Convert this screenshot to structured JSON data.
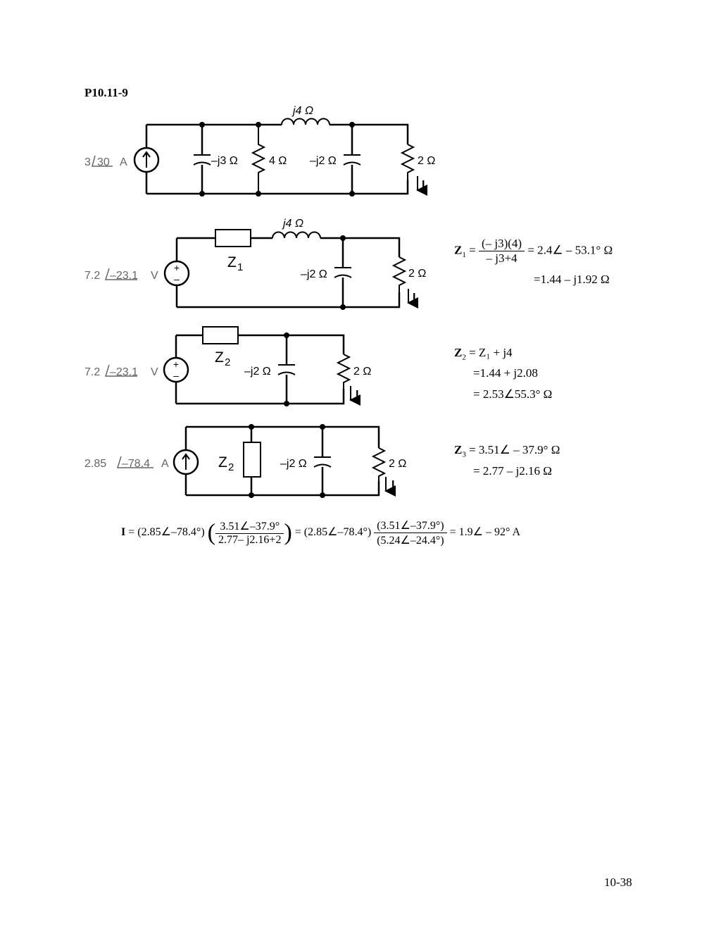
{
  "problem_id": "P10.11-9",
  "page_number": "10-38",
  "circuit1": {
    "source": "3",
    "source_angle": "30",
    "source_unit": "A",
    "inductor": "j4 Ω",
    "cap1": "–j3 Ω",
    "res1": "4 Ω",
    "cap2": "–j2 Ω",
    "res2": "2 Ω",
    "current": "I"
  },
  "circuit2": {
    "source": "7.2",
    "source_angle": "–23.1",
    "source_unit": "V",
    "z_label": "Z",
    "z_sub": "1",
    "inductor": "j4 Ω",
    "cap": "–j2 Ω",
    "res": "2 Ω",
    "current": "I"
  },
  "circuit3": {
    "source": "7.2",
    "source_angle": "–23.1",
    "source_unit": "V",
    "z_label": "Z",
    "z_sub": "2",
    "cap": "–j2 Ω",
    "res": "2 Ω",
    "current": "I"
  },
  "circuit4": {
    "source": "2.85",
    "source_angle": "–78.4",
    "source_unit": "A",
    "z_label": "Z",
    "z_sub": "2",
    "cap": "–j2 Ω",
    "res": "2 Ω",
    "current": "I"
  },
  "eq_z1": {
    "lhs": "Z",
    "lhs_sub": "1",
    "eq": "=",
    "num": "(– j3)(4)",
    "den": "– j3+4",
    "rhs": "= 2.4∠ – 53.1° Ω",
    "line2": "=1.44 – j1.92 Ω"
  },
  "eq_z2": {
    "lhs": "Z",
    "lhs_sub": "2",
    "line1": "= Z₁ + j4",
    "line2": "=1.44 + j2.08",
    "line3": "= 2.53∠55.3° Ω"
  },
  "eq_z3": {
    "lhs": "Z",
    "lhs_sub": "3",
    "line1": "= 3.51∠ – 37.9° Ω",
    "line2": "= 2.77 – j2.16 Ω"
  },
  "eq_i": {
    "lhs": "I",
    "part1": "= (2.85∠–78.4°)",
    "frac1_num": "3.51∠–37.9°",
    "frac1_den": "2.77– j2.16+2",
    "part2": "= (2.85∠–78.4°)",
    "frac2_num": "(3.51∠–37.9°)",
    "frac2_den": "(5.24∠–24.4°)",
    "result": "= 1.9∠ – 92° A"
  }
}
